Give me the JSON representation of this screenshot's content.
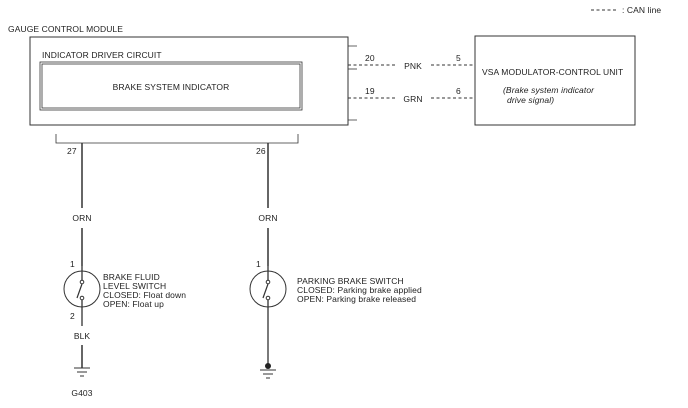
{
  "legend": {
    "text": ": CAN line"
  },
  "module": {
    "title": "GAUGE CONTROL MODULE"
  },
  "driver_circuit": {
    "title": "INDICATOR DRIVER CIRCUIT"
  },
  "brake_indicator": {
    "label": "BRAKE SYSTEM INDICATOR"
  },
  "can_lines": [
    {
      "module_pin": "20",
      "color": "PNK",
      "vsa_pin": "5"
    },
    {
      "module_pin": "19",
      "color": "GRN",
      "vsa_pin": "6"
    }
  ],
  "vsa_unit": {
    "title": "VSA MODULATOR-CONTROL UNIT",
    "note_line1": "(Brake system indicator",
    "note_line2": "drive signal)"
  },
  "left_circuit": {
    "pin": "27",
    "wire_color": "ORN",
    "switch_pin_top": "1",
    "switch_pin_bottom": "2",
    "switch_name_line1": "BRAKE FLUID",
    "switch_name_line2": "LEVEL SWITCH",
    "closed_text": "CLOSED: Float down",
    "open_text": "OPEN: Float up",
    "ground_wire_color": "BLK",
    "ground_label": "G403"
  },
  "right_circuit": {
    "pin": "26",
    "wire_color": "ORN",
    "switch_pin_top": "1",
    "switch_name": "PARKING BRAKE SWITCH",
    "closed_text": "CLOSED: Parking brake applied",
    "open_text": "OPEN: Parking brake released"
  }
}
